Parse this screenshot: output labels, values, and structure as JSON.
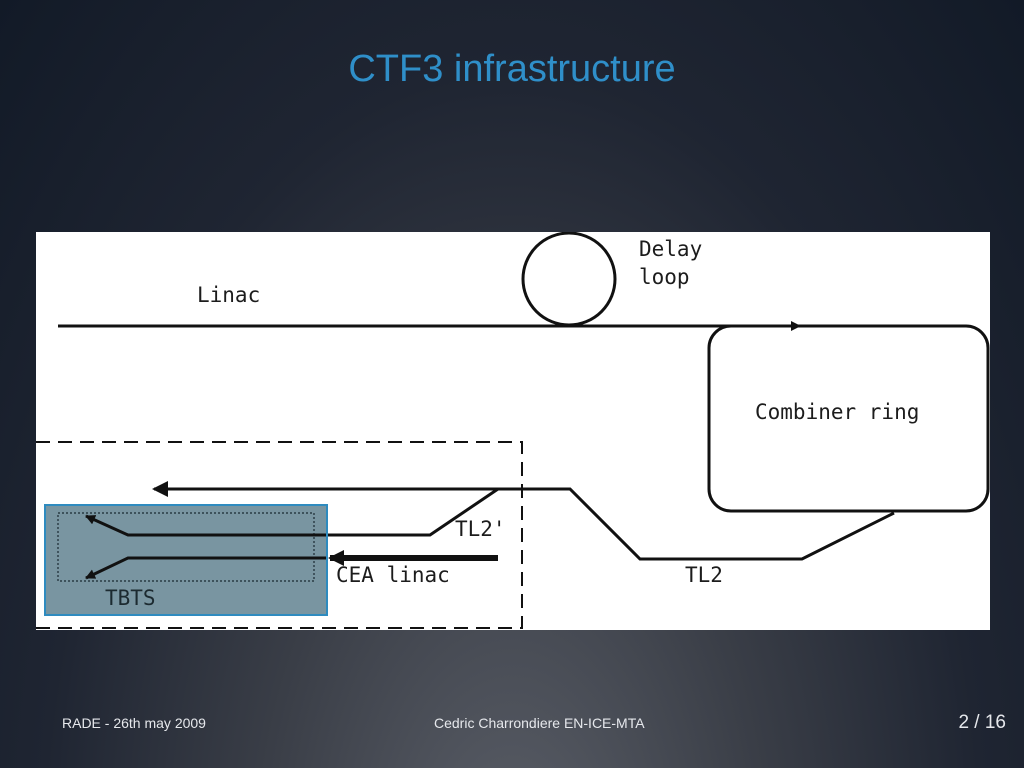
{
  "slide": {
    "title": "CTF3 infrastructure"
  },
  "diagram": {
    "labels": {
      "linac": "Linac",
      "delay_loop_line1": "Delay",
      "delay_loop_line2": "loop",
      "combiner_ring": "Combiner ring",
      "tl2_prime": "TL2'",
      "cea_linac": "CEA linac",
      "tl2": "TL2",
      "tbts": "TBTS"
    },
    "colors": {
      "line": "#111111",
      "tbts_fill": "#5b7e8c",
      "tbts_border": "#2e8bbf"
    }
  },
  "footer": {
    "left": "RADE - 26th may 2009",
    "center": "Cedric Charrondiere EN-ICE-MTA",
    "page": "2 / 16"
  }
}
